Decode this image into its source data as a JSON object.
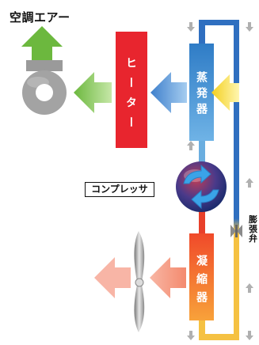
{
  "labels": {
    "conditioned_air": "空調エアー",
    "heater": "ヒーター",
    "evaporator": "蒸発器",
    "compressor": "コンプレッサ",
    "condenser": "凝縮器",
    "expansion_valve": [
      "膨",
      "張",
      "弁"
    ]
  },
  "colors": {
    "heater": "#e8252e",
    "evaporator": "#3a86c8",
    "condenser": "#f26b2a",
    "blue_line": "#2f6fc0",
    "yellow_line": "#f5c142",
    "red_line": "#e8402a",
    "fan": "#9a9a9a",
    "arrow_green": "#7cc24a",
    "arrow_blue": "#4a8ad0",
    "arrow_yellow": "#f6d83a",
    "arrow_pink": "#f07860"
  }
}
